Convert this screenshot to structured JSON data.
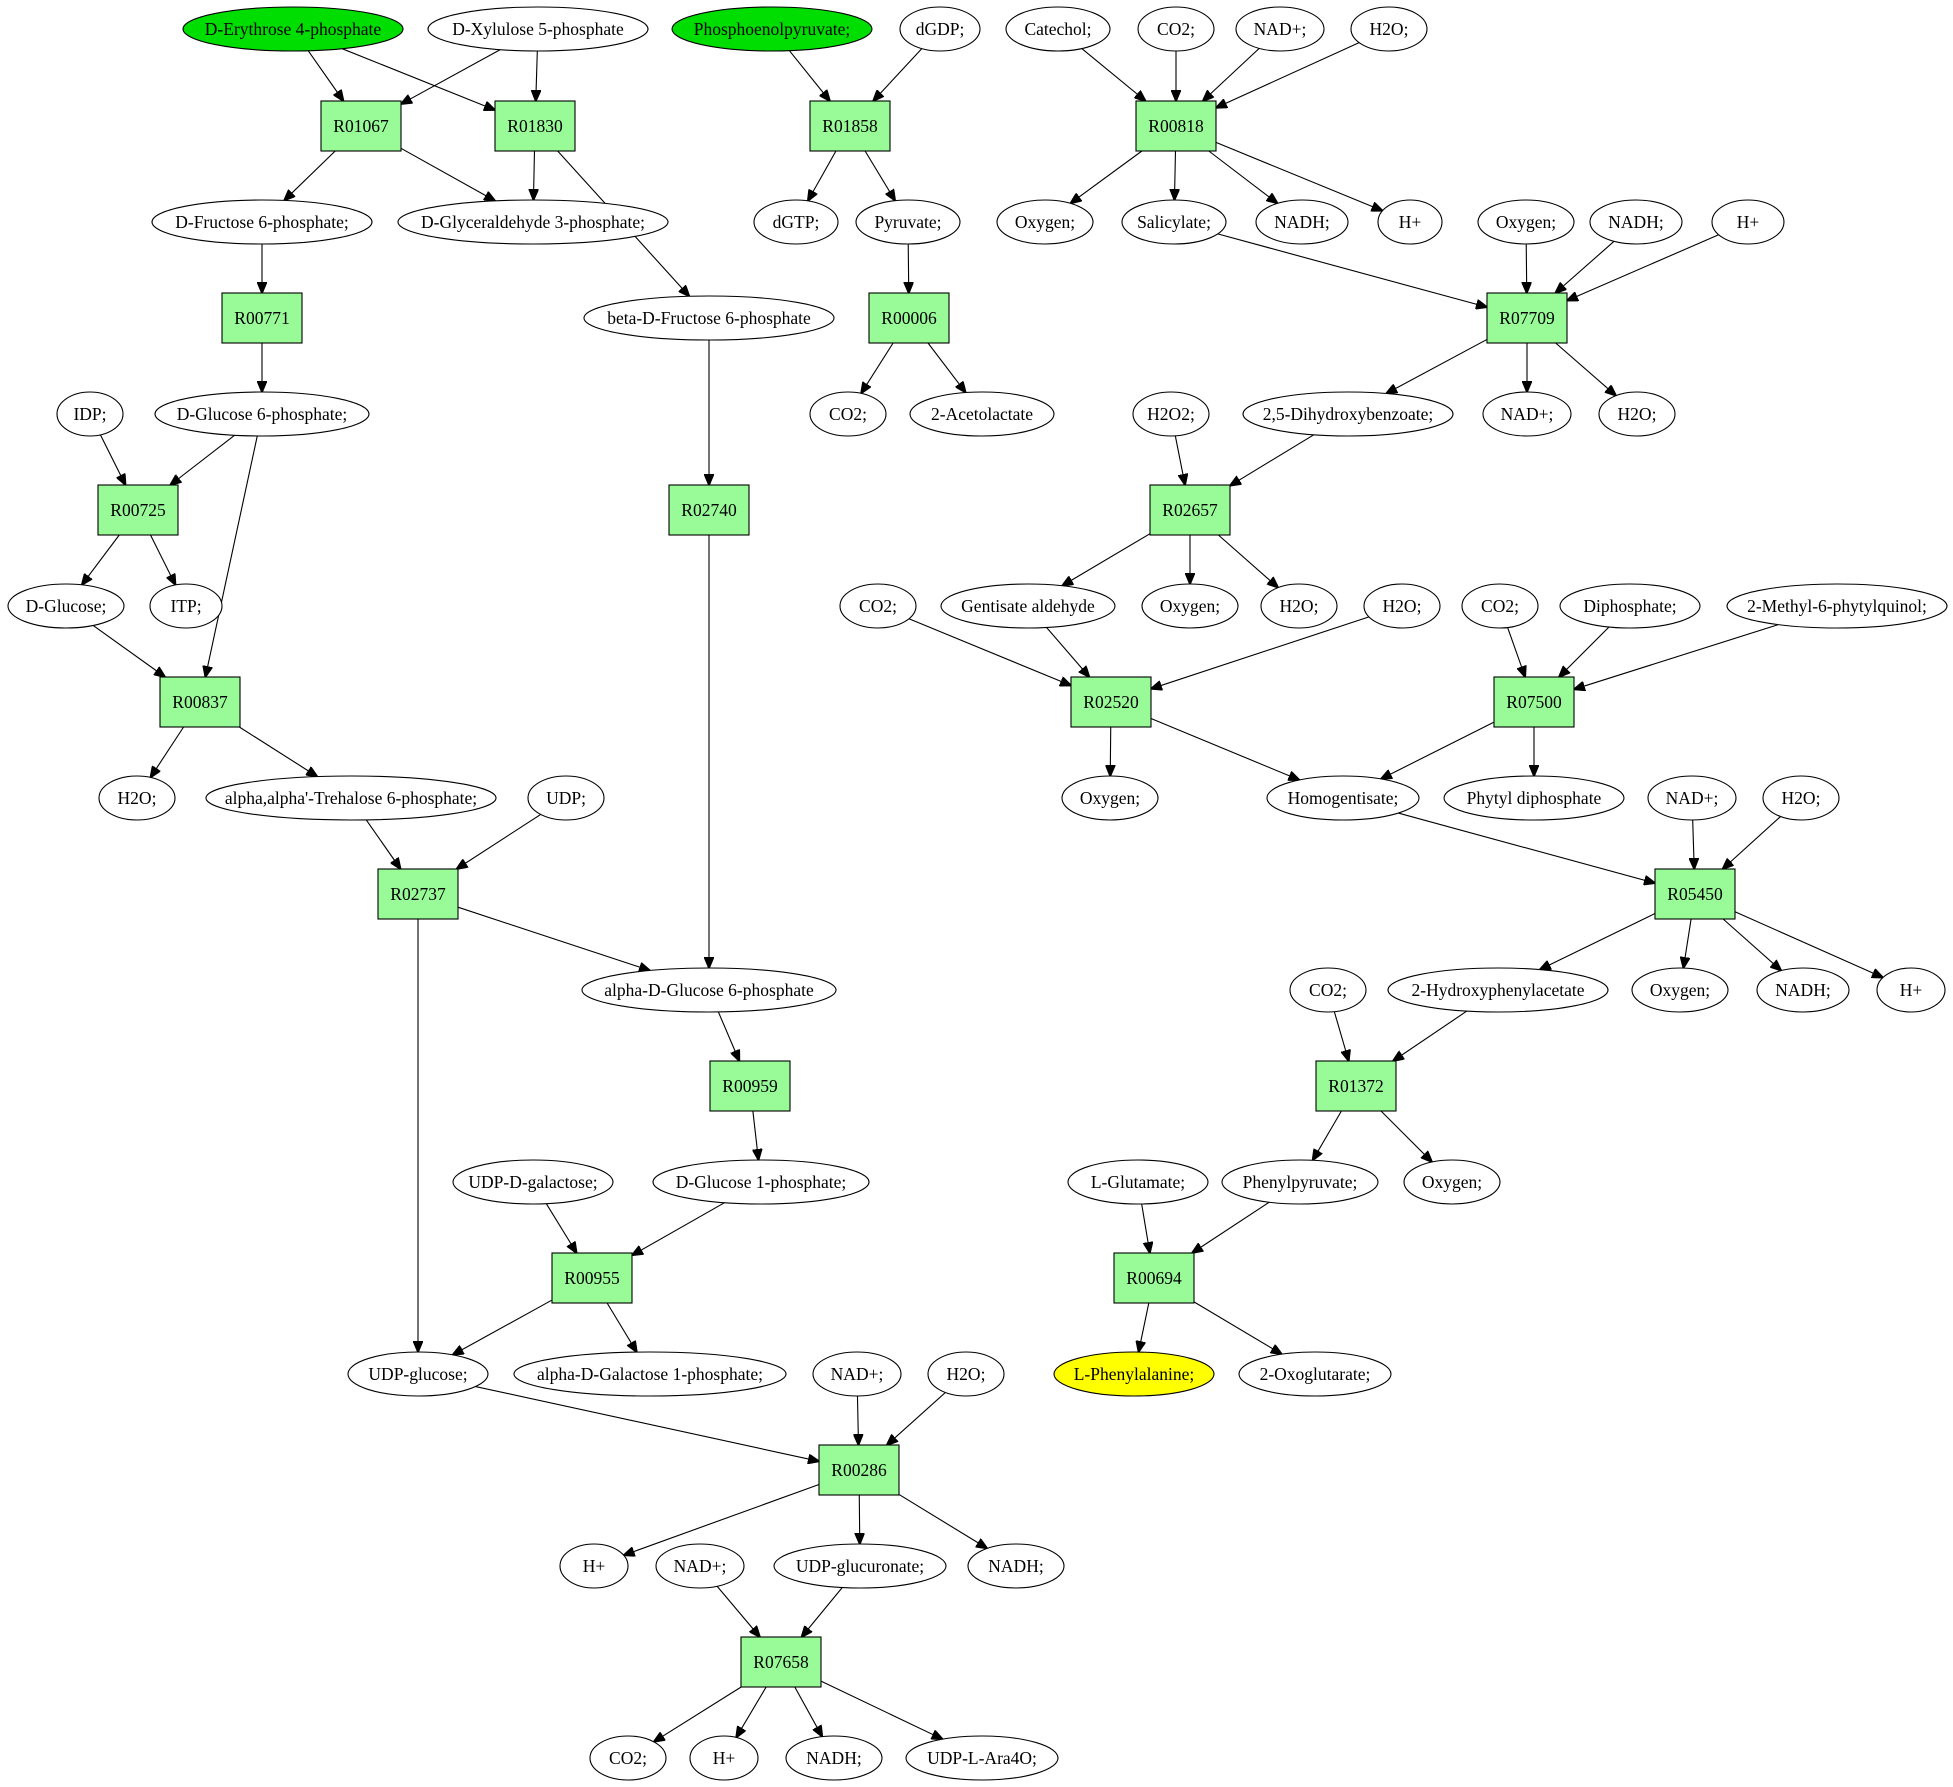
{
  "colors": {
    "metabolite_fill": "#ffffff",
    "start_fill": "#00dd00",
    "target_fill": "#ffff00",
    "reaction_fill": "#98fb98",
    "stroke": "#000000"
  },
  "nodes": [
    {
      "id": "e4p",
      "label": "D-Erythrose 4-phosphate",
      "kind": "metabolite",
      "status": "start"
    },
    {
      "id": "x5p",
      "label": "D-Xylulose 5-phosphate",
      "kind": "metabolite"
    },
    {
      "id": "pep",
      "label": "Phosphoenolpyruvate;",
      "kind": "metabolite",
      "status": "start"
    },
    {
      "id": "dgdp",
      "label": "dGDP;",
      "kind": "metabolite"
    },
    {
      "id": "catechol",
      "label": "Catechol;",
      "kind": "metabolite"
    },
    {
      "id": "co2_a",
      "label": "CO2;",
      "kind": "metabolite"
    },
    {
      "id": "nadp_a",
      "label": "NAD+;",
      "kind": "metabolite"
    },
    {
      "id": "h2o_a",
      "label": "H2O;",
      "kind": "metabolite"
    },
    {
      "id": "r01067",
      "label": "R01067",
      "kind": "reaction"
    },
    {
      "id": "r01830",
      "label": "R01830",
      "kind": "reaction"
    },
    {
      "id": "r01858",
      "label": "R01858",
      "kind": "reaction"
    },
    {
      "id": "r00818",
      "label": "R00818",
      "kind": "reaction"
    },
    {
      "id": "f6p",
      "label": "D-Fructose 6-phosphate;",
      "kind": "metabolite"
    },
    {
      "id": "g3p",
      "label": "D-Glyceraldehyde 3-phosphate;",
      "kind": "metabolite"
    },
    {
      "id": "dgtp",
      "label": "dGTP;",
      "kind": "metabolite"
    },
    {
      "id": "pyruvate",
      "label": "Pyruvate;",
      "kind": "metabolite"
    },
    {
      "id": "oxygen_a",
      "label": "Oxygen;",
      "kind": "metabolite"
    },
    {
      "id": "salicylate",
      "label": "Salicylate;",
      "kind": "metabolite"
    },
    {
      "id": "nadh_a",
      "label": "NADH;",
      "kind": "metabolite"
    },
    {
      "id": "hplus_a",
      "label": "H+",
      "kind": "metabolite"
    },
    {
      "id": "oxygen_b",
      "label": "Oxygen;",
      "kind": "metabolite"
    },
    {
      "id": "nadh_b",
      "label": "NADH;",
      "kind": "metabolite"
    },
    {
      "id": "hplus_b",
      "label": "H+",
      "kind": "metabolite"
    },
    {
      "id": "r00771",
      "label": "R00771",
      "kind": "reaction"
    },
    {
      "id": "bf6p",
      "label": "beta-D-Fructose 6-phosphate",
      "kind": "metabolite"
    },
    {
      "id": "r00006",
      "label": "R00006",
      "kind": "reaction"
    },
    {
      "id": "r07709",
      "label": "R07709",
      "kind": "reaction"
    },
    {
      "id": "idp",
      "label": "IDP;",
      "kind": "metabolite"
    },
    {
      "id": "g6p",
      "label": "D-Glucose 6-phosphate;",
      "kind": "metabolite"
    },
    {
      "id": "co2_b",
      "label": "CO2;",
      "kind": "metabolite"
    },
    {
      "id": "acetolactate",
      "label": "2-Acetolactate",
      "kind": "metabolite"
    },
    {
      "id": "h2o2",
      "label": "H2O2;",
      "kind": "metabolite"
    },
    {
      "id": "dhb",
      "label": "2,5-Dihydroxybenzoate;",
      "kind": "metabolite"
    },
    {
      "id": "nadp_b",
      "label": "NAD+;",
      "kind": "metabolite"
    },
    {
      "id": "h2o_b",
      "label": "H2O;",
      "kind": "metabolite"
    },
    {
      "id": "r00725",
      "label": "R00725",
      "kind": "reaction"
    },
    {
      "id": "r02740",
      "label": "R02740",
      "kind": "reaction"
    },
    {
      "id": "r02657",
      "label": "R02657",
      "kind": "reaction"
    },
    {
      "id": "dglucose",
      "label": "D-Glucose;",
      "kind": "metabolite"
    },
    {
      "id": "itp",
      "label": "ITP;",
      "kind": "metabolite"
    },
    {
      "id": "co2_c",
      "label": "CO2;",
      "kind": "metabolite"
    },
    {
      "id": "gentisald",
      "label": "Gentisate aldehyde",
      "kind": "metabolite"
    },
    {
      "id": "oxygen_c",
      "label": "Oxygen;",
      "kind": "metabolite"
    },
    {
      "id": "h2o_c",
      "label": "H2O;",
      "kind": "metabolite"
    },
    {
      "id": "h2o_d",
      "label": "H2O;",
      "kind": "metabolite"
    },
    {
      "id": "co2_d",
      "label": "CO2;",
      "kind": "metabolite"
    },
    {
      "id": "diphosphate",
      "label": "Diphosphate;",
      "kind": "metabolite"
    },
    {
      "id": "mpq",
      "label": "2-Methyl-6-phytylquinol;",
      "kind": "metabolite"
    },
    {
      "id": "r00837",
      "label": "R00837",
      "kind": "reaction"
    },
    {
      "id": "r02520",
      "label": "R02520",
      "kind": "reaction"
    },
    {
      "id": "r07500",
      "label": "R07500",
      "kind": "reaction"
    },
    {
      "id": "h2o_e",
      "label": "H2O;",
      "kind": "metabolite"
    },
    {
      "id": "trehalose6p",
      "label": "alpha,alpha'-Trehalose 6-phosphate;",
      "kind": "metabolite"
    },
    {
      "id": "udp",
      "label": "UDP;",
      "kind": "metabolite"
    },
    {
      "id": "oxygen_d",
      "label": "Oxygen;",
      "kind": "metabolite"
    },
    {
      "id": "homogentisate",
      "label": "Homogentisate;",
      "kind": "metabolite"
    },
    {
      "id": "phytyldp",
      "label": "Phytyl diphosphate",
      "kind": "metabolite"
    },
    {
      "id": "nadp_c",
      "label": "NAD+;",
      "kind": "metabolite"
    },
    {
      "id": "h2o_f",
      "label": "H2O;",
      "kind": "metabolite"
    },
    {
      "id": "r02737",
      "label": "R02737",
      "kind": "reaction"
    },
    {
      "id": "r05450",
      "label": "R05450",
      "kind": "reaction"
    },
    {
      "id": "ag6p",
      "label": "alpha-D-Glucose 6-phosphate",
      "kind": "metabolite"
    },
    {
      "id": "co2_e",
      "label": "CO2;",
      "kind": "metabolite"
    },
    {
      "id": "hpa",
      "label": "2-Hydroxyphenylacetate",
      "kind": "metabolite"
    },
    {
      "id": "oxygen_e",
      "label": "Oxygen;",
      "kind": "metabolite"
    },
    {
      "id": "nadh_c",
      "label": "NADH;",
      "kind": "metabolite"
    },
    {
      "id": "hplus_c",
      "label": "H+",
      "kind": "metabolite"
    },
    {
      "id": "r00959",
      "label": "R00959",
      "kind": "reaction"
    },
    {
      "id": "r01372",
      "label": "R01372",
      "kind": "reaction"
    },
    {
      "id": "udpgal",
      "label": "UDP-D-galactose;",
      "kind": "metabolite"
    },
    {
      "id": "g1p",
      "label": "D-Glucose 1-phosphate;",
      "kind": "metabolite"
    },
    {
      "id": "lglu",
      "label": "L-Glutamate;",
      "kind": "metabolite"
    },
    {
      "id": "phenylpyruvate",
      "label": "Phenylpyruvate;",
      "kind": "metabolite"
    },
    {
      "id": "oxygen_f",
      "label": "Oxygen;",
      "kind": "metabolite"
    },
    {
      "id": "r00955",
      "label": "R00955",
      "kind": "reaction"
    },
    {
      "id": "r00694",
      "label": "R00694",
      "kind": "reaction"
    },
    {
      "id": "udpglc",
      "label": "UDP-glucose;",
      "kind": "metabolite"
    },
    {
      "id": "agal1p",
      "label": "alpha-D-Galactose 1-phosphate;",
      "kind": "metabolite"
    },
    {
      "id": "nadp_d",
      "label": "NAD+;",
      "kind": "metabolite"
    },
    {
      "id": "h2o_g",
      "label": "H2O;",
      "kind": "metabolite"
    },
    {
      "id": "lphe",
      "label": "L-Phenylalanine;",
      "kind": "metabolite",
      "status": "target"
    },
    {
      "id": "oxoglutarate",
      "label": "2-Oxoglutarate;",
      "kind": "metabolite"
    },
    {
      "id": "r00286",
      "label": "R00286",
      "kind": "reaction"
    },
    {
      "id": "hplus_d",
      "label": "H+",
      "kind": "metabolite"
    },
    {
      "id": "nadp_e",
      "label": "NAD+;",
      "kind": "metabolite"
    },
    {
      "id": "udpgluc",
      "label": "UDP-glucuronate;",
      "kind": "metabolite"
    },
    {
      "id": "nadh_d",
      "label": "NADH;",
      "kind": "metabolite"
    },
    {
      "id": "r07658",
      "label": "R07658",
      "kind": "reaction"
    },
    {
      "id": "co2_f",
      "label": "CO2;",
      "kind": "metabolite"
    },
    {
      "id": "hplus_e",
      "label": "H+",
      "kind": "metabolite"
    },
    {
      "id": "nadh_e",
      "label": "NADH;",
      "kind": "metabolite"
    },
    {
      "id": "udpara",
      "label": "UDP-L-Ara4O;",
      "kind": "metabolite"
    }
  ],
  "edges": [
    {
      "from": "e4p",
      "to": "r01067"
    },
    {
      "from": "e4p",
      "to": "r01830"
    },
    {
      "from": "x5p",
      "to": "r01067"
    },
    {
      "from": "x5p",
      "to": "r01830"
    },
    {
      "from": "r01067",
      "to": "f6p"
    },
    {
      "from": "r01067",
      "to": "g3p"
    },
    {
      "from": "r01830",
      "to": "g3p"
    },
    {
      "from": "r01830",
      "to": "bf6p"
    },
    {
      "from": "pep",
      "to": "r01858"
    },
    {
      "from": "dgdp",
      "to": "r01858"
    },
    {
      "from": "r01858",
      "to": "dgtp"
    },
    {
      "from": "r01858",
      "to": "pyruvate"
    },
    {
      "from": "catechol",
      "to": "r00818"
    },
    {
      "from": "co2_a",
      "to": "r00818"
    },
    {
      "from": "nadp_a",
      "to": "r00818"
    },
    {
      "from": "h2o_a",
      "to": "r00818"
    },
    {
      "from": "r00818",
      "to": "oxygen_a"
    },
    {
      "from": "r00818",
      "to": "salicylate"
    },
    {
      "from": "r00818",
      "to": "nadh_a"
    },
    {
      "from": "r00818",
      "to": "hplus_a"
    },
    {
      "from": "f6p",
      "to": "r00771"
    },
    {
      "from": "r00771",
      "to": "g6p"
    },
    {
      "from": "pyruvate",
      "to": "r00006"
    },
    {
      "from": "r00006",
      "to": "co2_b"
    },
    {
      "from": "r00006",
      "to": "acetolactate"
    },
    {
      "from": "salicylate",
      "to": "r07709"
    },
    {
      "from": "oxygen_b",
      "to": "r07709"
    },
    {
      "from": "nadh_b",
      "to": "r07709"
    },
    {
      "from": "hplus_b",
      "to": "r07709"
    },
    {
      "from": "r07709",
      "to": "dhb"
    },
    {
      "from": "r07709",
      "to": "nadp_b"
    },
    {
      "from": "r07709",
      "to": "h2o_b"
    },
    {
      "from": "idp",
      "to": "r00725"
    },
    {
      "from": "g6p",
      "to": "r00725"
    },
    {
      "from": "r00725",
      "to": "dglucose"
    },
    {
      "from": "r00725",
      "to": "itp"
    },
    {
      "from": "g6p",
      "to": "r00837"
    },
    {
      "from": "dglucose",
      "to": "r00837"
    },
    {
      "from": "bf6p",
      "to": "r02740"
    },
    {
      "from": "r02740",
      "to": "ag6p"
    },
    {
      "from": "h2o2",
      "to": "r02657"
    },
    {
      "from": "dhb",
      "to": "r02657"
    },
    {
      "from": "r02657",
      "to": "gentisald"
    },
    {
      "from": "r02657",
      "to": "oxygen_c"
    },
    {
      "from": "r02657",
      "to": "h2o_c"
    },
    {
      "from": "co2_c",
      "to": "r02520"
    },
    {
      "from": "gentisald",
      "to": "r02520"
    },
    {
      "from": "h2o_d",
      "to": "r02520"
    },
    {
      "from": "r02520",
      "to": "oxygen_d"
    },
    {
      "from": "r02520",
      "to": "homogentisate"
    },
    {
      "from": "co2_d",
      "to": "r07500"
    },
    {
      "from": "diphosphate",
      "to": "r07500"
    },
    {
      "from": "mpq",
      "to": "r07500"
    },
    {
      "from": "r07500",
      "to": "homogentisate"
    },
    {
      "from": "r07500",
      "to": "phytyldp"
    },
    {
      "from": "r00837",
      "to": "h2o_e"
    },
    {
      "from": "r00837",
      "to": "trehalose6p"
    },
    {
      "from": "trehalose6p",
      "to": "r02737"
    },
    {
      "from": "udp",
      "to": "r02737"
    },
    {
      "from": "r02737",
      "to": "ag6p"
    },
    {
      "from": "r02737",
      "to": "udpglc"
    },
    {
      "from": "homogentisate",
      "to": "r05450"
    },
    {
      "from": "nadp_c",
      "to": "r05450"
    },
    {
      "from": "h2o_f",
      "to": "r05450"
    },
    {
      "from": "r05450",
      "to": "hpa"
    },
    {
      "from": "r05450",
      "to": "oxygen_e"
    },
    {
      "from": "r05450",
      "to": "nadh_c"
    },
    {
      "from": "r05450",
      "to": "hplus_c"
    },
    {
      "from": "ag6p",
      "to": "r00959"
    },
    {
      "from": "r00959",
      "to": "g1p"
    },
    {
      "from": "co2_e",
      "to": "r01372"
    },
    {
      "from": "hpa",
      "to": "r01372"
    },
    {
      "from": "r01372",
      "to": "phenylpyruvate"
    },
    {
      "from": "r01372",
      "to": "oxygen_f"
    },
    {
      "from": "udpgal",
      "to": "r00955"
    },
    {
      "from": "g1p",
      "to": "r00955"
    },
    {
      "from": "r00955",
      "to": "udpglc"
    },
    {
      "from": "r00955",
      "to": "agal1p"
    },
    {
      "from": "lglu",
      "to": "r00694"
    },
    {
      "from": "phenylpyruvate",
      "to": "r00694"
    },
    {
      "from": "r00694",
      "to": "lphe"
    },
    {
      "from": "r00694",
      "to": "oxoglutarate"
    },
    {
      "from": "udpglc",
      "to": "r00286"
    },
    {
      "from": "nadp_d",
      "to": "r00286"
    },
    {
      "from": "h2o_g",
      "to": "r00286"
    },
    {
      "from": "r00286",
      "to": "hplus_d"
    },
    {
      "from": "r00286",
      "to": "udpgluc"
    },
    {
      "from": "r00286",
      "to": "nadh_d"
    },
    {
      "from": "nadp_e",
      "to": "r07658"
    },
    {
      "from": "udpgluc",
      "to": "r07658"
    },
    {
      "from": "r07658",
      "to": "co2_f"
    },
    {
      "from": "r07658",
      "to": "hplus_e"
    },
    {
      "from": "r07658",
      "to": "nadh_e"
    },
    {
      "from": "r07658",
      "to": "udpara"
    }
  ]
}
